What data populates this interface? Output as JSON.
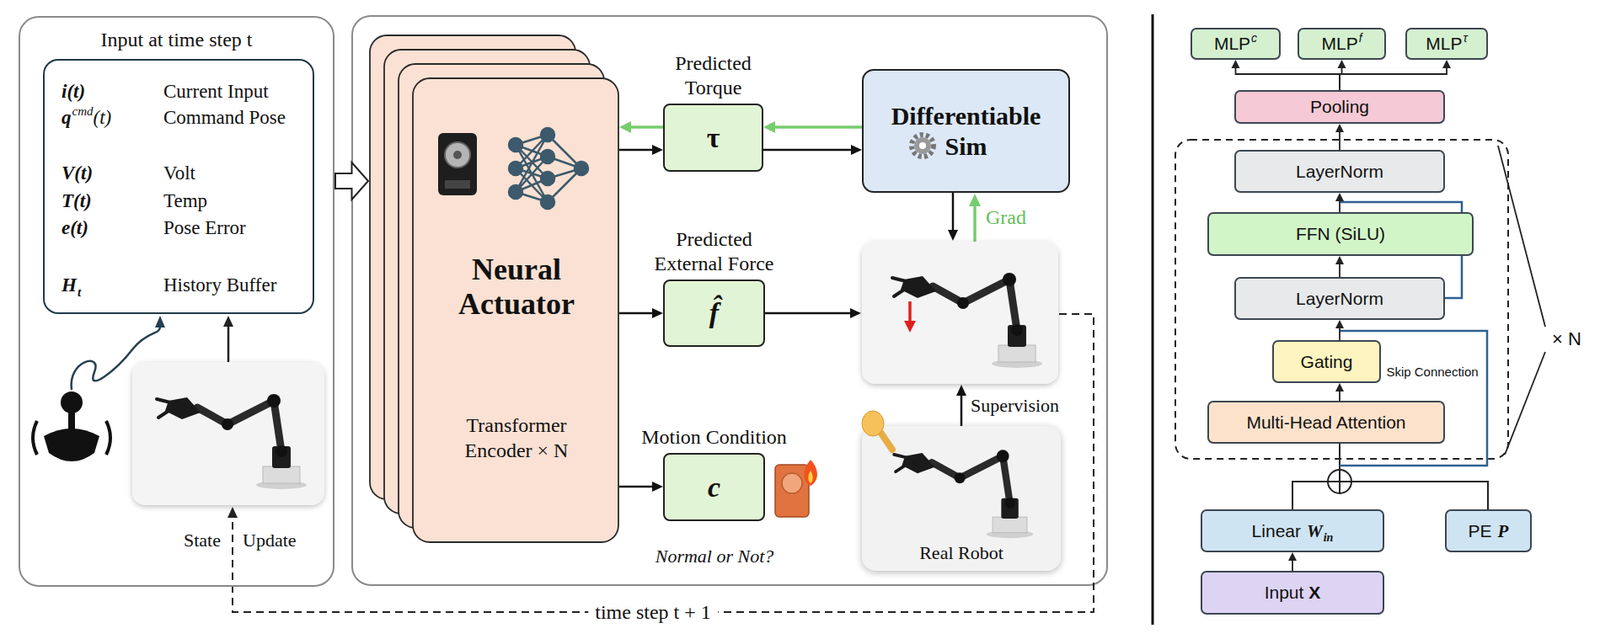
{
  "diagram": {
    "nodes": [
      {
        "text": [
          "Input at time step t"
        ]
      },
      {
        "text": [
          "i(t)",
          "Current Input",
          "q",
          "cmd",
          "(t)",
          "Command Pose",
          "V(t)",
          "Volt",
          "T(t)",
          "Temp",
          "e(t)",
          "Pose Error",
          "H",
          "t",
          "History Buffer"
        ],
        "in": 0
      },
      {
        "text": [
          "Neural Actuator",
          "Transformer Encoder × N"
        ]
      },
      {
        "text": [
          "Predicted Torque",
          "τ"
        ]
      },
      {
        "text": [
          "Predicted External Force",
          "f̂"
        ]
      },
      {
        "text": [
          "Motion Condition",
          "c"
        ]
      },
      {
        "text": [
          "Differentiable Sim"
        ]
      },
      {
        "text": [
          "Real Robot"
        ]
      },
      {
        "text": [
          "MLP",
          "c"
        ]
      },
      {
        "text": [
          "MLP",
          "f"
        ]
      },
      {
        "text": [
          "MLP",
          "τ"
        ]
      },
      {
        "text": [
          "Pooling"
        ]
      },
      {
        "text": [
          "LayerNorm"
        ]
      },
      {
        "text": [
          "FFN (SiLU)"
        ]
      },
      {
        "text": [
          "LayerNorm"
        ]
      },
      {
        "text": [
          "Gating"
        ]
      },
      {
        "text": [
          "Multi-Head Attention"
        ]
      },
      {
        "text": [
          "Linear",
          "W",
          "in"
        ]
      },
      {
        "text": [
          "PE",
          "P"
        ]
      },
      {
        "text": [
          "Input",
          "X"
        ]
      }
    ],
    "edges": [
      {
        "from": 0,
        "to": 2,
        "arrow": "to"
      },
      {
        "from": 2,
        "to": 3,
        "arrow": "to"
      },
      {
        "from": 3,
        "to": 2,
        "arrow": "to"
      },
      {
        "from": 3,
        "to": 6,
        "arrow": "to"
      },
      {
        "from": 6,
        "to": 3,
        "arrow": "to"
      },
      {
        "from": 2,
        "to": 4,
        "arrow": "to"
      },
      {
        "from": 2,
        "to": 5,
        "arrow": "to"
      },
      {
        "from": 19,
        "to": 17,
        "arrow": "to"
      },
      {
        "from": 16,
        "to": 15,
        "arrow": "to"
      },
      {
        "from": 15,
        "to": 14,
        "arrow": "to"
      },
      {
        "from": 14,
        "to": 13,
        "arrow": "to"
      },
      {
        "from": 13,
        "to": 12,
        "arrow": "to"
      },
      {
        "from": 12,
        "to": 11,
        "arrow": "to"
      },
      {
        "from": 11,
        "to": 8,
        "arrow": "to"
      },
      {
        "from": 11,
        "to": 9,
        "arrow": "to"
      },
      {
        "from": 11,
        "to": 10,
        "arrow": "to"
      }
    ],
    "labels": [
      "State",
      "Update",
      "Grad",
      "Supervision",
      "Normal or Not?",
      "time step t + 1",
      "Skip Connection",
      "× N"
    ]
  }
}
